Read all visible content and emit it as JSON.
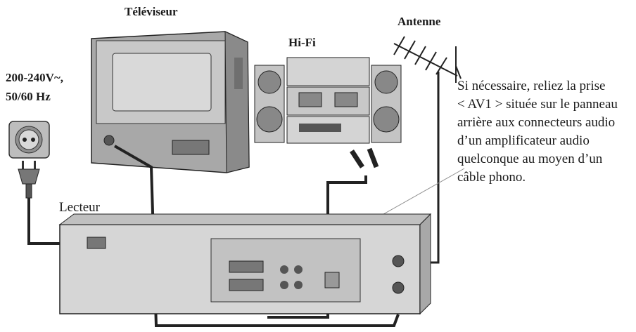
{
  "labels": {
    "tv": "Téléviseur",
    "hifi": "Hi-Fi",
    "antenna": "Antenne",
    "power_line1": "200-240V~,",
    "power_line2": "50/60 Hz",
    "player": "Lecteur"
  },
  "note_lines": [
    "Si nécessaire, reliez la prise",
    "< AV1 > située sur le panneau",
    "arrière aux connecteurs audio",
    "d’un amplificateur audio",
    "quelconque au moyen d’un",
    "câble phono."
  ],
  "colors": {
    "device_light": "#cfcfcf",
    "device_mid": "#a8a8a8",
    "device_dark": "#777777",
    "line": "#222222"
  }
}
